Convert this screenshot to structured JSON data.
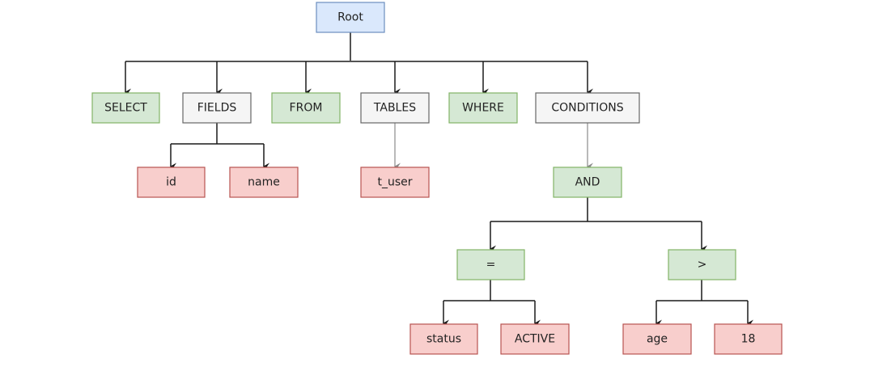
{
  "colors": {
    "blue_fill": "#dae8fc",
    "blue_stroke": "#6c8ebf",
    "green_fill": "#d5e8d4",
    "green_stroke": "#82b366",
    "gray_fill": "#f5f5f5",
    "gray_stroke": "#666666",
    "red_fill": "#f8cecc",
    "red_stroke": "#b85450",
    "edge": "#1a1a1a",
    "edge_light": "#8a8a8a"
  },
  "tree": {
    "root": {
      "label": "Root",
      "color": "blue"
    },
    "level1": [
      {
        "label": "SELECT",
        "color": "green"
      },
      {
        "label": "FIELDS",
        "color": "gray"
      },
      {
        "label": "FROM",
        "color": "green"
      },
      {
        "label": "TABLES",
        "color": "gray"
      },
      {
        "label": "WHERE",
        "color": "green"
      },
      {
        "label": "CONDITIONS",
        "color": "gray"
      }
    ],
    "fields_children": [
      {
        "label": "id",
        "color": "red"
      },
      {
        "label": "name",
        "color": "red"
      }
    ],
    "tables_children": [
      {
        "label": "t_user",
        "color": "red"
      }
    ],
    "conditions_children": [
      {
        "label": "AND",
        "color": "green"
      }
    ],
    "and_children": [
      {
        "label": "=",
        "color": "green"
      },
      {
        "label": ">",
        "color": "green"
      }
    ],
    "eq_children": [
      {
        "label": "status",
        "color": "red"
      },
      {
        "label": "ACTIVE",
        "color": "red"
      }
    ],
    "gt_children": [
      {
        "label": "age",
        "color": "red"
      },
      {
        "label": "18",
        "color": "red"
      }
    ]
  }
}
